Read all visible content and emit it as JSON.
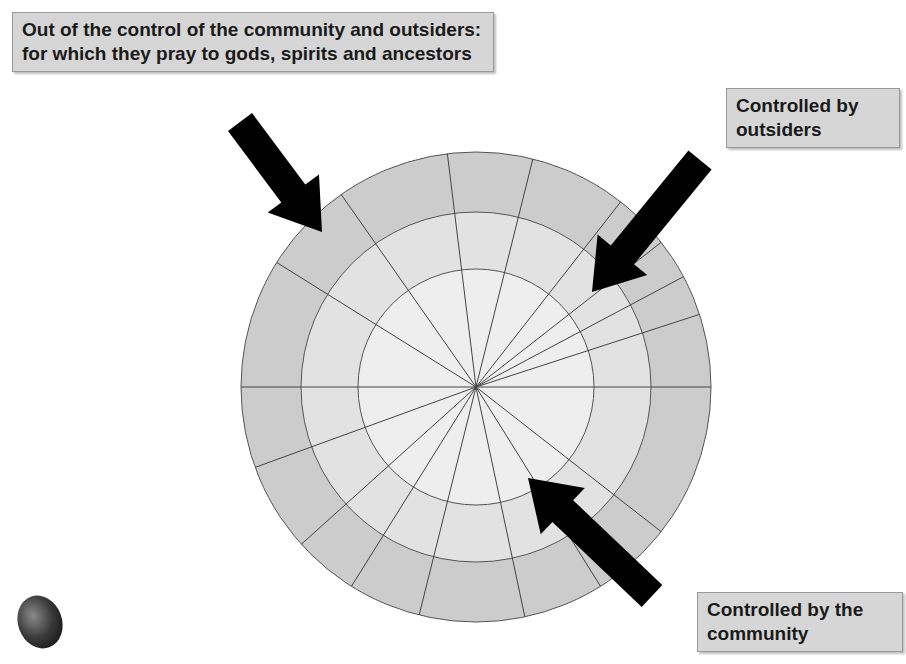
{
  "diagram": {
    "nodes": [
      {
        "text": [
          "Out of the control of the community and outsiders: for which they pray to gods, spirits and ancestors"
        ]
      },
      {
        "text": [
          "Controlled by outsiders"
        ]
      },
      {
        "text": [
          "Controlled by the community"
        ]
      }
    ]
  }
}
